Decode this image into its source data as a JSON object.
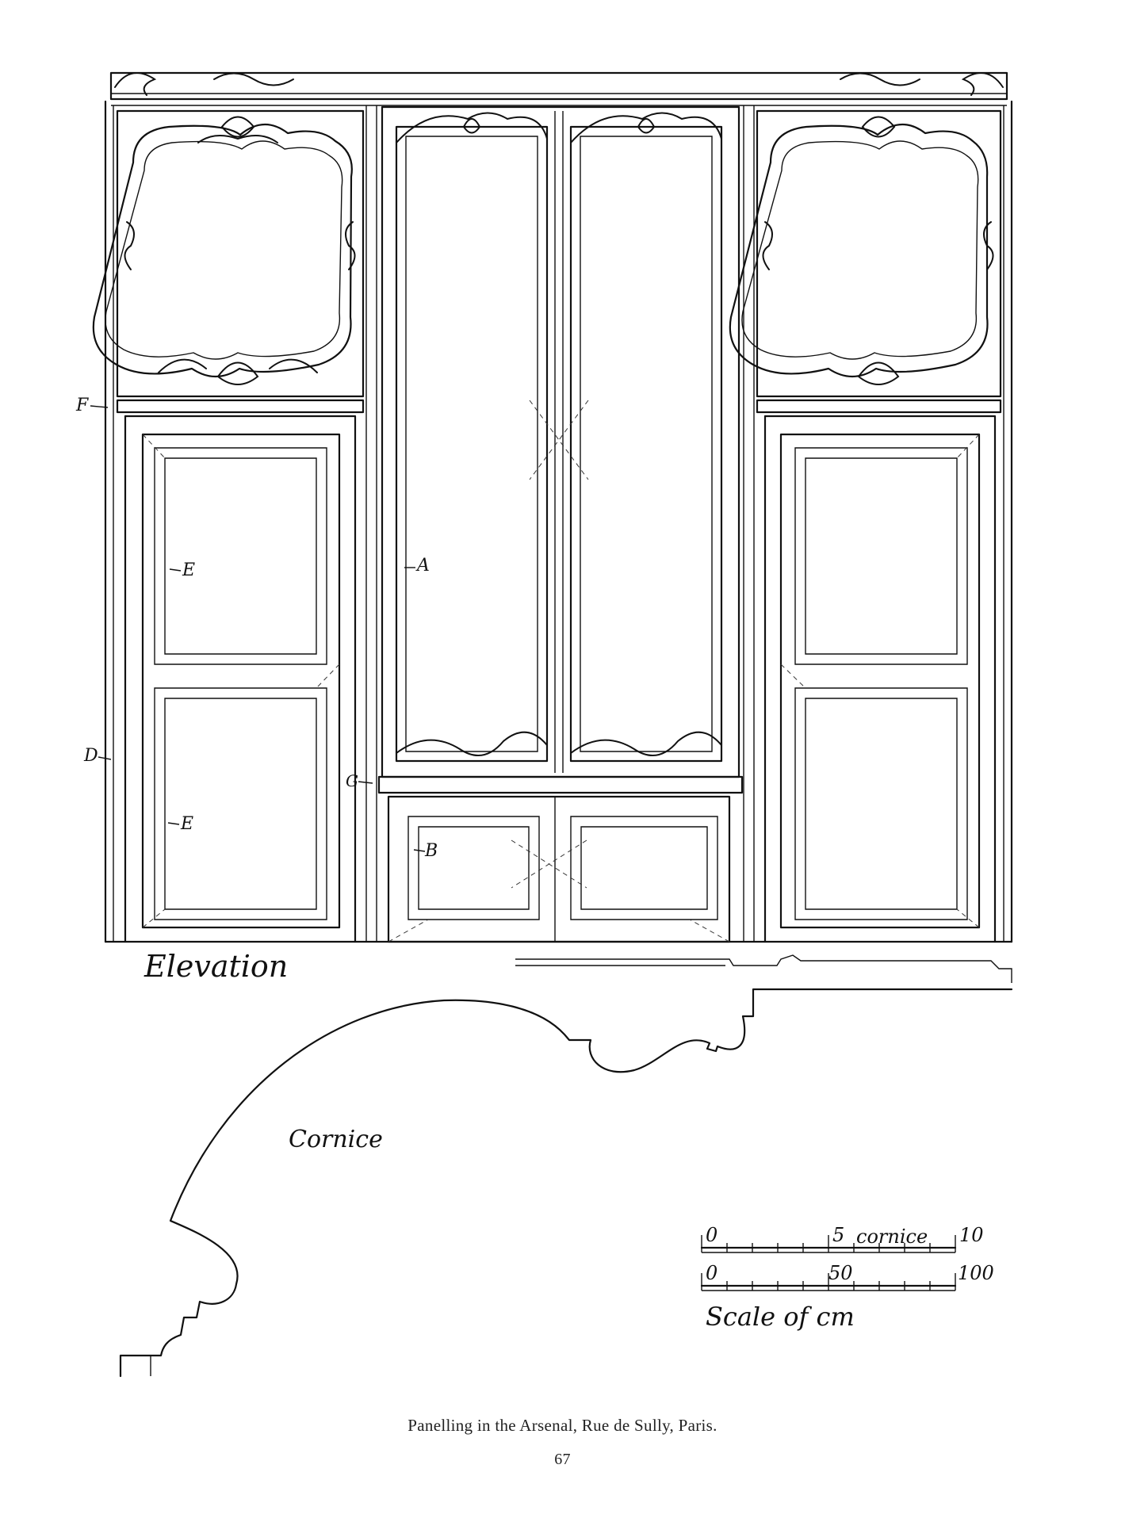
{
  "labels": {
    "elevation": "Elevation",
    "cornice": "Cornice",
    "scale_title": "Scale of cm",
    "scale_cornice_word": "cornice",
    "markers": [
      "F",
      "E",
      "E",
      "A",
      "D",
      "G",
      "B"
    ]
  },
  "scale": {
    "upper": [
      "0",
      "5",
      "10"
    ],
    "lower": [
      "0",
      "50",
      "100"
    ]
  },
  "caption": "Panelling in the Arsenal, Rue de Sully, Paris.",
  "page_number": "67"
}
